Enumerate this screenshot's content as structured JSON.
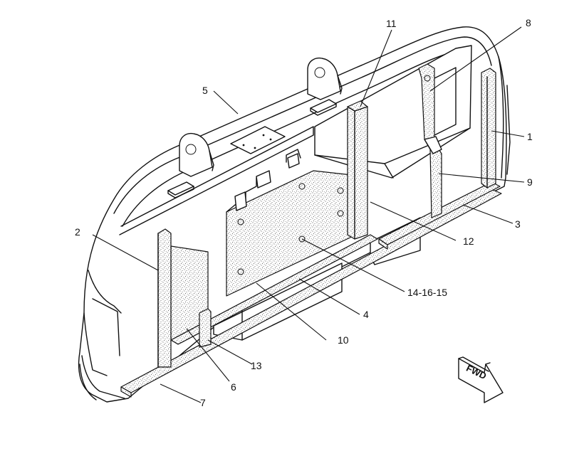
{
  "callouts": [
    {
      "id": "1",
      "text": "1"
    },
    {
      "id": "2",
      "text": "2"
    },
    {
      "id": "3",
      "text": "3"
    },
    {
      "id": "4",
      "text": "4"
    },
    {
      "id": "5",
      "text": "5"
    },
    {
      "id": "6",
      "text": "6"
    },
    {
      "id": "7",
      "text": "7"
    },
    {
      "id": "8",
      "text": "8"
    },
    {
      "id": "9",
      "text": "9"
    },
    {
      "id": "10",
      "text": "10"
    },
    {
      "id": "11",
      "text": "11"
    },
    {
      "id": "12",
      "text": "12"
    },
    {
      "id": "13",
      "text": "13"
    },
    {
      "id": "14",
      "text": "14-16-15"
    }
  ],
  "direction_arrow": {
    "label": "FWD"
  }
}
